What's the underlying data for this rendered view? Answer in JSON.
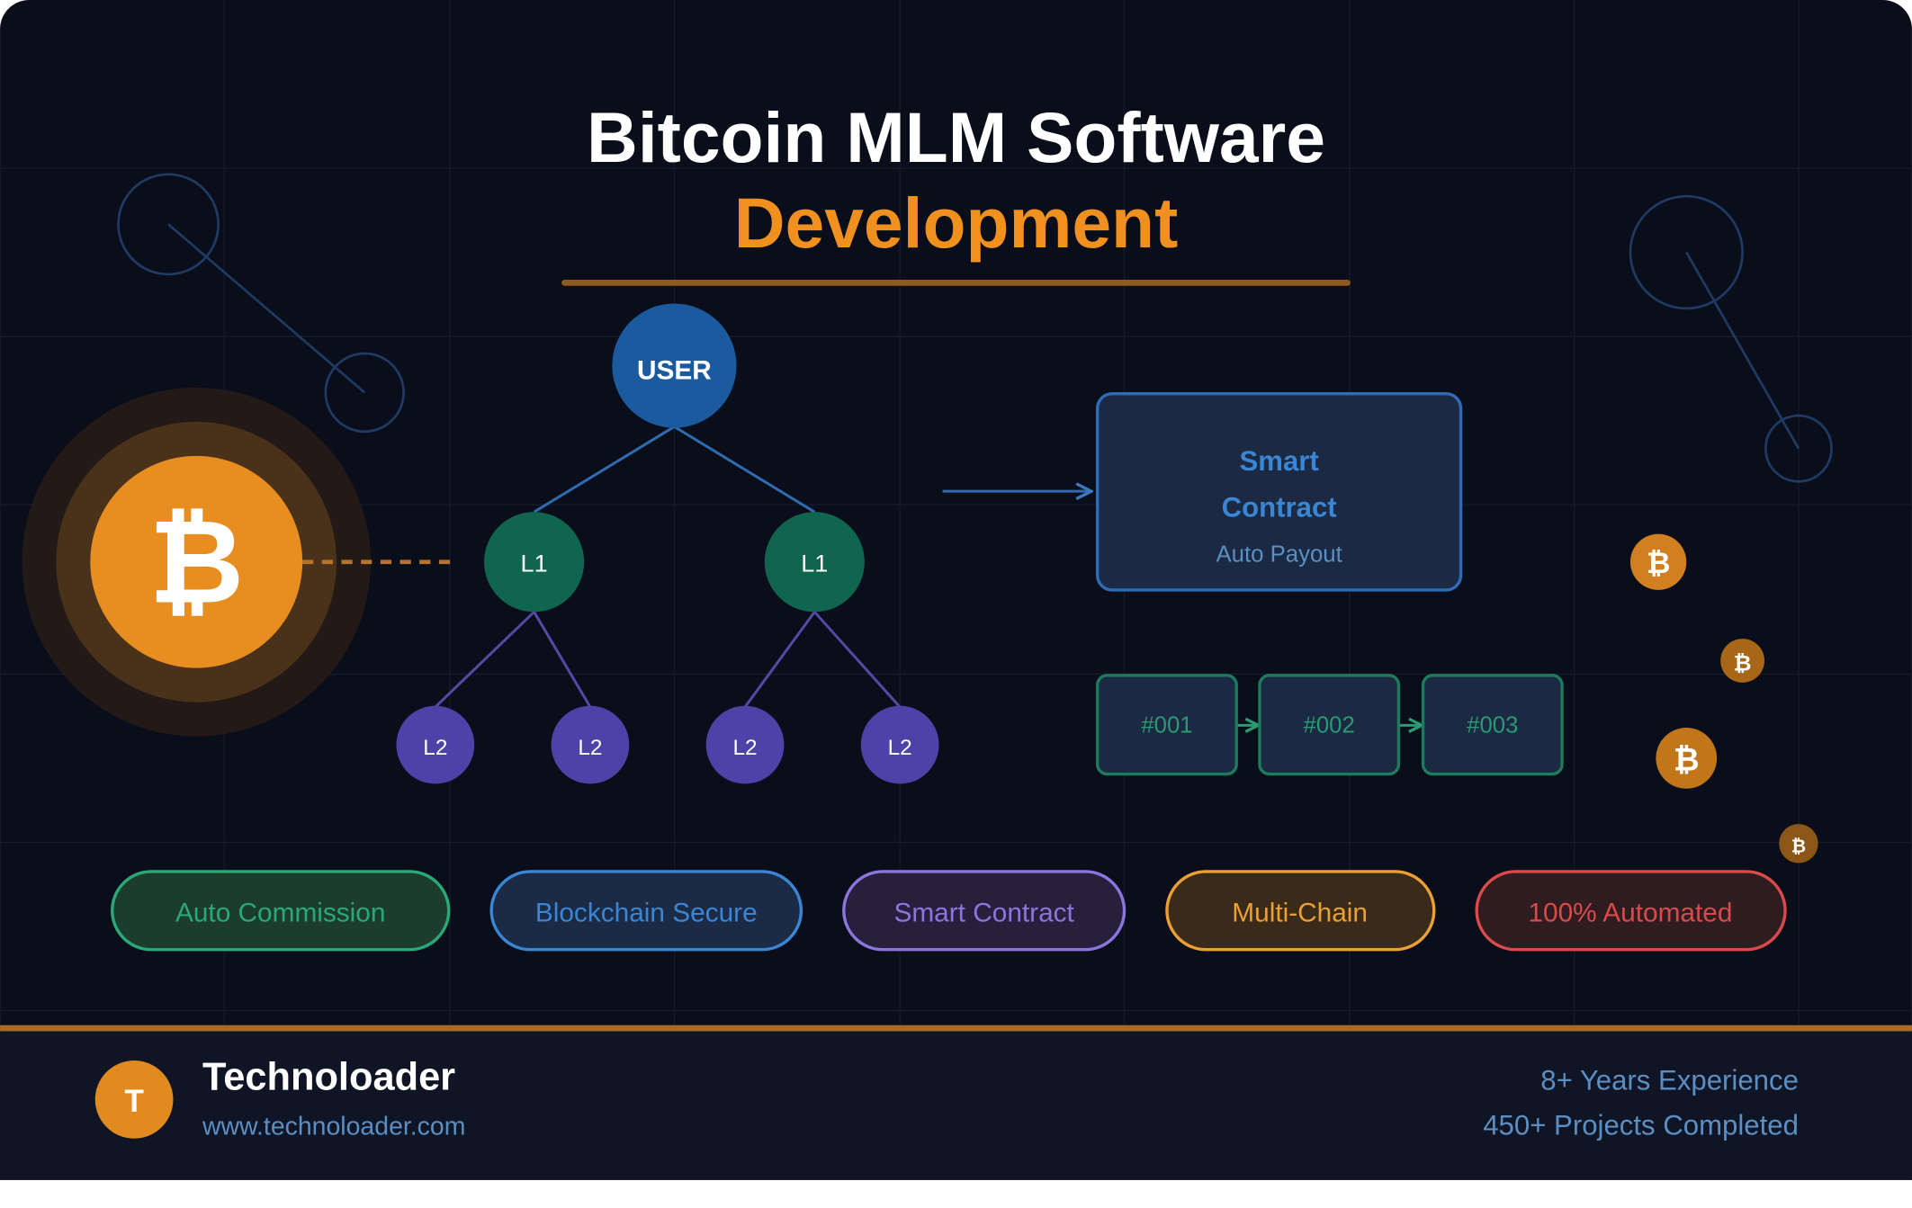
{
  "title": {
    "line1": "Bitcoin MLM Software",
    "line2": "Development"
  },
  "colors": {
    "background": "#0a0e1a",
    "grid": "#151c2e",
    "accent_orange": "#e88d1f",
    "title_white": "#ffffff",
    "user_blue": "#1b5a9e",
    "l1_green": "#10654f",
    "l2_purple": "#4c42a8",
    "contract_blue": "#3a86d4",
    "block_green": "#2a9a72",
    "footer_bg": "#0f1524",
    "footer_text_blue": "#5b8fc4"
  },
  "hero_icon": {
    "name": "bitcoin-icon",
    "glyph": "₿"
  },
  "tree": {
    "root": {
      "label": "USER"
    },
    "level1": [
      {
        "label": "L1"
      },
      {
        "label": "L1"
      }
    ],
    "level2": [
      {
        "label": "L2"
      },
      {
        "label": "L2"
      },
      {
        "label": "L2"
      },
      {
        "label": "L2"
      }
    ]
  },
  "smart_contract": {
    "title_line1": "Smart",
    "title_line2": "Contract",
    "subtitle": "Auto Payout"
  },
  "blocks": [
    {
      "label": "#001"
    },
    {
      "label": "#002"
    },
    {
      "label": "#003"
    }
  ],
  "floating_coins": [
    {
      "glyph": "₿"
    },
    {
      "glyph": "₿"
    },
    {
      "glyph": "₿"
    },
    {
      "glyph": "₿"
    }
  ],
  "features": [
    {
      "label": "Auto Commission",
      "color": "#2aa876",
      "fill": "#1c3d2e"
    },
    {
      "label": "Blockchain Secure",
      "color": "#3a86d4",
      "fill": "#1b2a45"
    },
    {
      "label": "Smart Contract",
      "color": "#8a76dc",
      "fill": "#281f3d"
    },
    {
      "label": "Multi-Chain",
      "color": "#eaa033",
      "fill": "#3a2a1a"
    },
    {
      "label": "100% Automated",
      "color": "#d94a4a",
      "fill": "#2e1c20"
    }
  ],
  "footer": {
    "logo_letter": "T",
    "company": "Technoloader",
    "website": "www.technoloader.com",
    "stat1": "8+ Years Experience",
    "stat2": "450+ Projects Completed"
  }
}
